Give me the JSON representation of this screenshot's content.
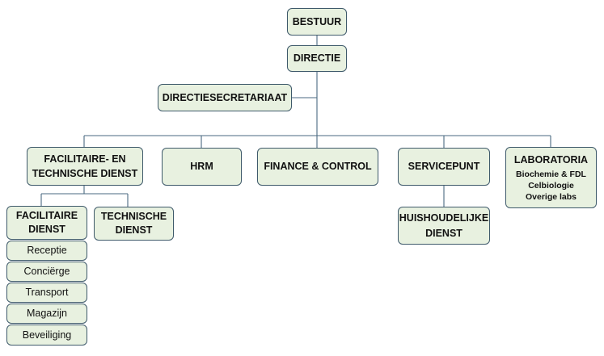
{
  "org": {
    "bestuur": "BESTUUR",
    "directie": "DIRECTIE",
    "directiesecretariaat": "DIRECTIESECRETARIAAT",
    "facilitaire_technische": [
      "FACILITAIRE- EN",
      "TECHNISCHE DIENST"
    ],
    "hrm": "HRM",
    "finance": "FINANCE & CONTROL",
    "servicepunt": "SERVICEPUNT",
    "laboratoria": {
      "title": "LABORATORIA",
      "items": [
        "Biochemie & FDL",
        "Celbiologie",
        "Overige labs"
      ]
    },
    "facilitaire_dienst": [
      "FACILITAIRE",
      "DIENST"
    ],
    "technische_dienst": [
      "TECHNISCHE",
      "DIENST"
    ],
    "huishoudelijke": [
      "HUISHOUDELIJKE",
      "DIENST"
    ],
    "facilitaire_sub": [
      "Receptie",
      "Conciërge",
      "Transport",
      "Magazijn",
      "Beveiliging"
    ]
  }
}
